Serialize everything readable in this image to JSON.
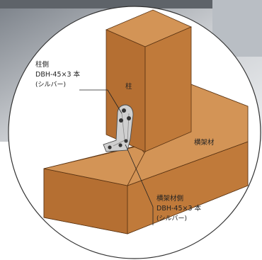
{
  "colors": {
    "wood_front": "#c07a3a",
    "wood_top": "#d39456",
    "wood_side": "#a6612a",
    "wood_edge": "#5a3312",
    "bracket": "#c9c9c9",
    "leader": "#222222",
    "circle_border": "#333333"
  },
  "labels": {
    "column_side": {
      "title": "柱側",
      "line2": "DBH-45×3 本",
      "line3": "(シルバー)"
    },
    "column": "柱",
    "beam": "横架材",
    "beam_side": {
      "title": "横架材側",
      "line2": "DBH-45×3 本",
      "line3": "(シルバー)"
    }
  }
}
